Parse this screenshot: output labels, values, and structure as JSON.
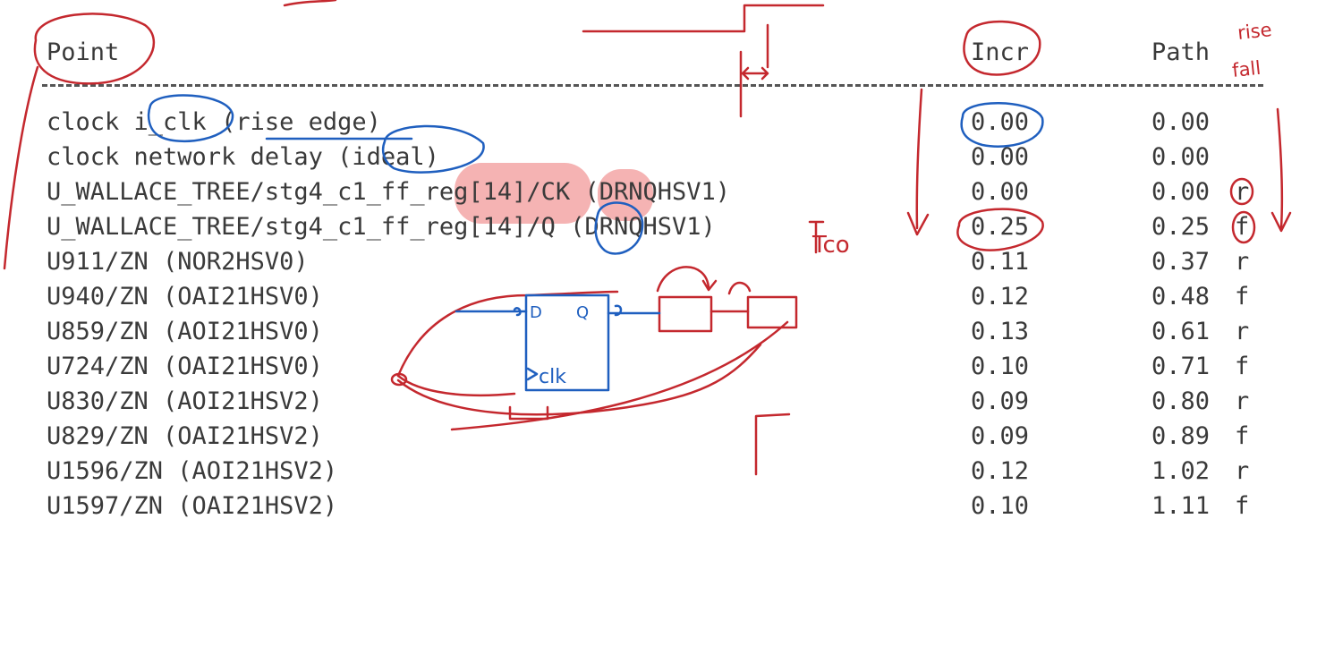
{
  "table": {
    "columns": {
      "point": "Point",
      "incr": "Incr",
      "path": "Path"
    },
    "rows": [
      {
        "point": "clock i_clk (rise edge)",
        "incr": "0.00",
        "path": "0.00",
        "rf": ""
      },
      {
        "point": "clock network delay (ideal)",
        "incr": "0.00",
        "path": "0.00",
        "rf": ""
      },
      {
        "point": "U_WALLACE_TREE/stg4_c1_ff_reg[14]/CK (DRNQHSV1)",
        "incr": "0.00",
        "path": "0.00",
        "rf": "r"
      },
      {
        "point": "U_WALLACE_TREE/stg4_c1_ff_reg[14]/Q (DRNQHSV1)",
        "incr": "0.25",
        "path": "0.25",
        "rf": "f"
      },
      {
        "point": "U911/ZN (NOR2HSV0)",
        "incr": "0.11",
        "path": "0.37",
        "rf": "r"
      },
      {
        "point": "U940/ZN (OAI21HSV0)",
        "incr": "0.12",
        "path": "0.48",
        "rf": "f"
      },
      {
        "point": "U859/ZN (AOI21HSV0)",
        "incr": "0.13",
        "path": "0.61",
        "rf": "r"
      },
      {
        "point": "U724/ZN (OAI21HSV0)",
        "incr": "0.10",
        "path": "0.71",
        "rf": "f"
      },
      {
        "point": "U830/ZN (AOI21HSV2)",
        "incr": "0.09",
        "path": "0.80",
        "rf": "r"
      },
      {
        "point": "U829/ZN (OAI21HSV2)",
        "incr": "0.09",
        "path": "0.89",
        "rf": "f"
      },
      {
        "point": "U1596/ZN (AOI21HSV2)",
        "incr": "0.12",
        "path": "1.02",
        "rf": "r"
      },
      {
        "point": "U1597/ZN (OAI21HSV2)",
        "incr": "0.10",
        "path": "1.11",
        "rf": "f"
      }
    ]
  },
  "annotations": {
    "rise": "rise",
    "fall": "fall",
    "tco": "Tco",
    "d_pin": "D",
    "q_pin": "Q",
    "clk_pin": "clk"
  },
  "colors": {
    "annotation_red": "#c4282e",
    "annotation_blue": "#1f5fbf",
    "highlight": "#f2a0a0",
    "text": "#3a3a3a"
  }
}
